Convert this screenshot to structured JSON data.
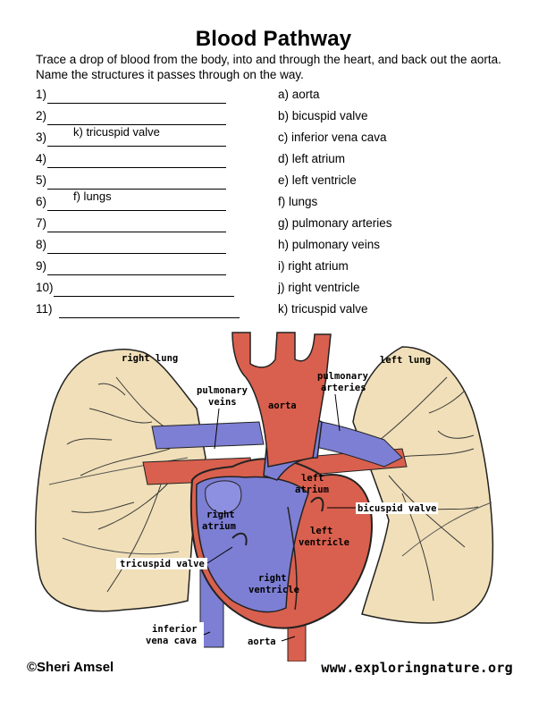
{
  "title": "Blood Pathway",
  "instructions": "Trace a drop of blood from the body, into and through the heart, and back out the aorta. Name the structures it passes through on the way.",
  "answers": [
    {
      "number": "1)",
      "filled": ""
    },
    {
      "number": "2)",
      "filled": ""
    },
    {
      "number": "3)",
      "filled": "k) tricuspid valve"
    },
    {
      "number": "4)",
      "filled": ""
    },
    {
      "number": "5)",
      "filled": ""
    },
    {
      "number": "6)",
      "filled": "f) lungs"
    },
    {
      "number": "7)",
      "filled": ""
    },
    {
      "number": "8)",
      "filled": ""
    },
    {
      "number": "9)",
      "filled": ""
    },
    {
      "number": "10)",
      "filled": ""
    },
    {
      "number": "11)",
      "filled": ""
    }
  ],
  "choices": [
    "a) aorta",
    "b) bicuspid valve",
    "c) inferior vena cava",
    "d) left atrium",
    "e) left ventricle",
    "f) lungs",
    "g) pulmonary arteries",
    "h) pulmonary veins",
    "i) right atrium",
    "j) right ventricle",
    "k) tricuspid valve"
  ],
  "diagram_labels": {
    "right_lung": "right lung",
    "left_lung": "left lung",
    "pulmonary_veins_1": "pulmonary",
    "pulmonary_veins_2": "veins",
    "pulmonary_arteries_1": "pulmonary",
    "pulmonary_arteries_2": "arteries",
    "aorta_top": "aorta",
    "left_atrium_1": "left",
    "left_atrium_2": "atrium",
    "right_atrium_1": "right",
    "right_atrium_2": "atrium",
    "bicuspid_valve": "bicuspid valve",
    "left_ventricle_1": "left",
    "left_ventricle_2": "ventricle",
    "tricuspid_valve": "tricuspid valve",
    "right_ventricle_1": "right",
    "right_ventricle_2": "ventricle",
    "inferior_vena_cava_1": "inferior",
    "inferior_vena_cava_2": "vena cava",
    "aorta_bottom": "aorta"
  },
  "colors": {
    "lung": "#f0dfb8",
    "oxygenated": "#d9604e",
    "deoxygenated": "#7d7fd4",
    "outline": "#222222"
  },
  "footer": {
    "copyright": "©Sheri Amsel",
    "website": "www.exploringnature.org"
  }
}
